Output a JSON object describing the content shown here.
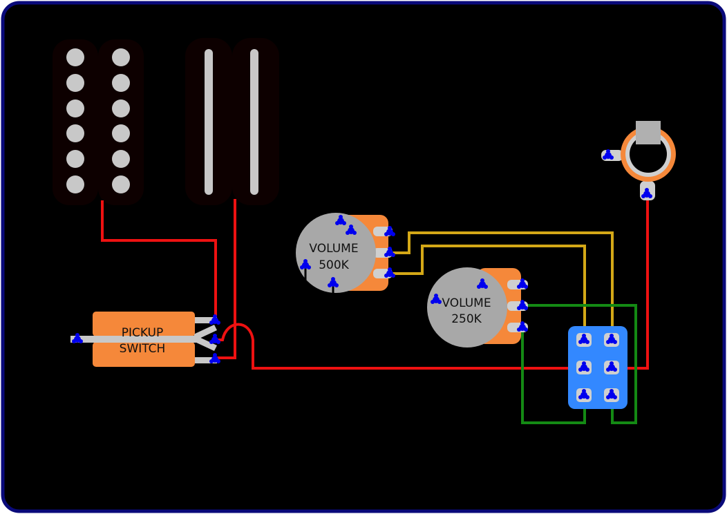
{
  "labels": {
    "pickup_switch": {
      "line1": "PICKUP",
      "line2": "SWITCH"
    },
    "volume_pot_1": {
      "line1": "VOLUME",
      "line2": "500K"
    },
    "volume_pot_2": {
      "line1": "VOLUME",
      "line2": "250K"
    }
  },
  "colors": {
    "background": "#000000",
    "frame": "#0a0a7a",
    "pickup_body": "#0d0000",
    "pole_piece": "#c8c8c8",
    "component_orange": "#f5883a",
    "pot_body": "#a8a8a8",
    "lug": "#cfcfcf",
    "solder_dot": "#0000ee",
    "toggle_switch_body": "#3388ff",
    "wire_red": "#ee1111",
    "wire_yellow": "#d4a817",
    "wire_green": "#148a14",
    "wire_white": "#c8c8c8"
  },
  "icons": {
    "humbucker_pickup": "pickup-icon",
    "rail_pickup": "rail-pickup-icon",
    "output_jack": "jack-icon",
    "dpdt_switch": "switch-icon",
    "solder_joint": "solder-icon"
  }
}
